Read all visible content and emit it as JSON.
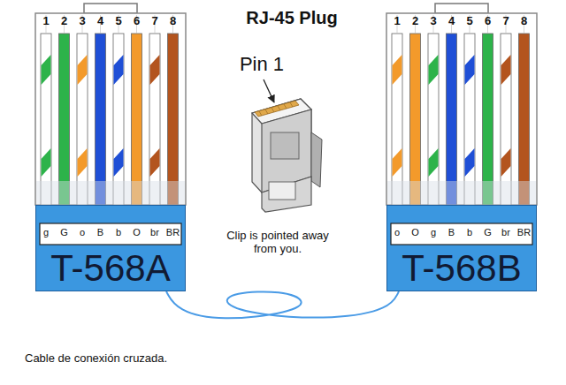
{
  "diagram": {
    "title": "RJ-45 Plug",
    "caption": "Cable de conexión cruzada.",
    "nodes": [
      {
        "text": [
          "T-568A"
        ]
      },
      {
        "text": [
          "T-568B"
        ]
      }
    ],
    "edges": [
      {
        "from": 0,
        "to": 1,
        "arrow": "none"
      }
    ],
    "labels": [
      "1",
      "2",
      "3",
      "4",
      "5",
      "6",
      "7",
      "8",
      "g",
      "G",
      "o",
      "B",
      "b",
      "O",
      "br",
      "BR",
      "1",
      "2",
      "3",
      "4",
      "5",
      "6",
      "7",
      "8",
      "o",
      "O",
      "g",
      "B",
      "b",
      "G",
      "br",
      "BR",
      "Pin 1",
      "Clip is pointed away from you."
    ]
  }
}
